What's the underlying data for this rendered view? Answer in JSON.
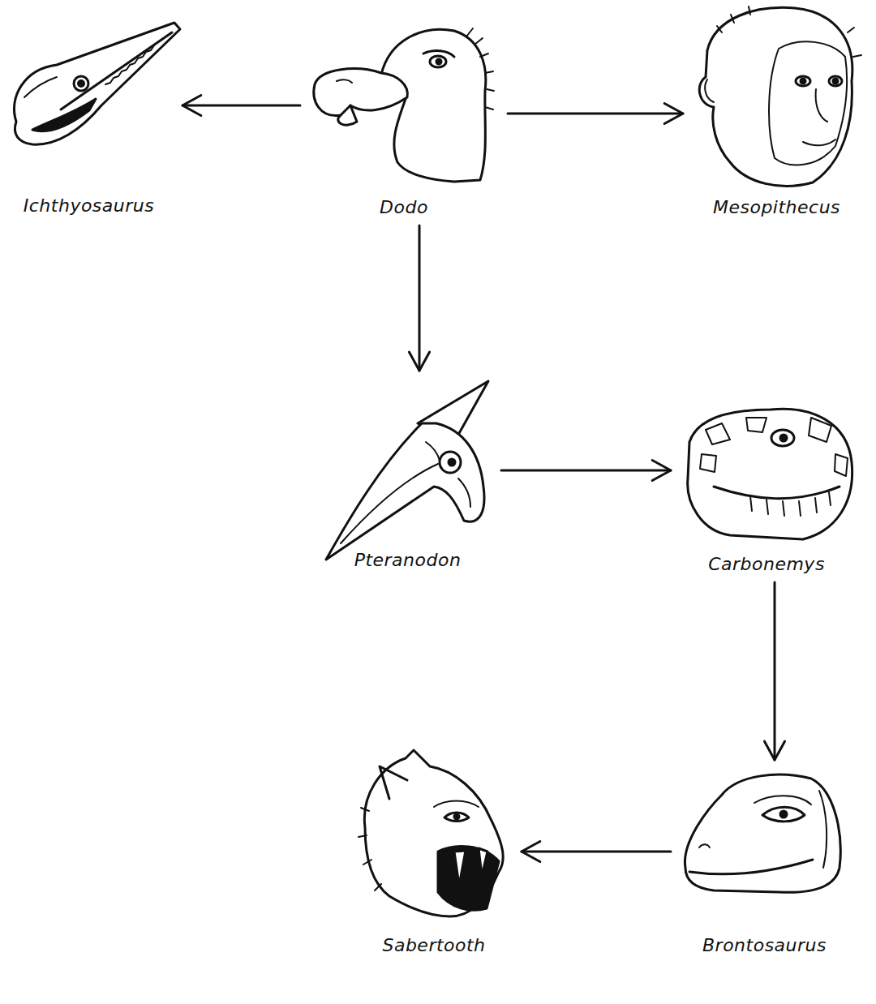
{
  "diagram": {
    "nodes": [
      {
        "text": [
          "Ichthyosaurus"
        ]
      },
      {
        "text": [
          "Dodo"
        ]
      },
      {
        "text": [
          "Mesopithecus"
        ]
      },
      {
        "text": [
          "Pteranodon"
        ]
      },
      {
        "text": [
          "Carbonemys"
        ]
      },
      {
        "text": [
          "Sabertooth"
        ]
      },
      {
        "text": [
          "Brontosaurus"
        ]
      }
    ],
    "edges": [
      {
        "from": 1,
        "to": 0,
        "arrow": "to"
      },
      {
        "from": 1,
        "to": 2,
        "arrow": "to"
      },
      {
        "from": 1,
        "to": 3,
        "arrow": "to"
      },
      {
        "from": 3,
        "to": 4,
        "arrow": "to"
      },
      {
        "from": 4,
        "to": 6,
        "arrow": "to"
      },
      {
        "from": 6,
        "to": 5,
        "arrow": "to"
      }
    ]
  }
}
